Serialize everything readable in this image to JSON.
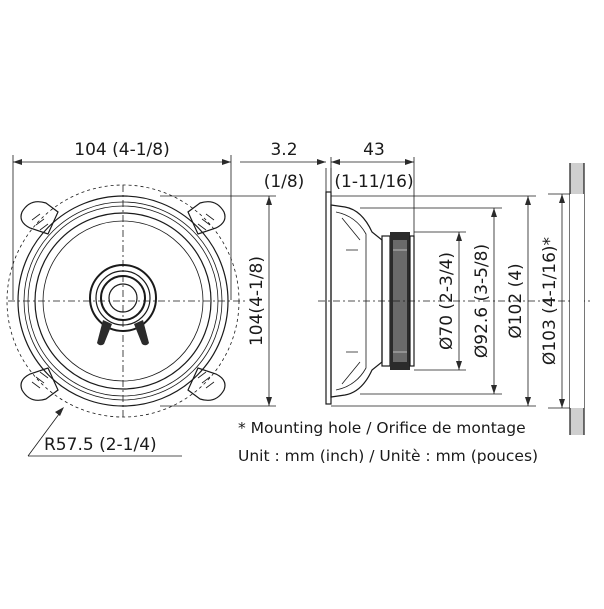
{
  "dimensions": {
    "width": "104 (4-1/8)",
    "height": "104(4-1/8)",
    "flange_top": "3.2",
    "flange_bottom": "(1/8)",
    "depth_top": "43",
    "depth_bottom": "(1-11/16)",
    "radius": "R57.5 (2-1/4)",
    "dia_70": "Ø70 (2-3/4)",
    "dia_92": "Ø92.6 (3-5/8)",
    "dia_102": "Ø102 (4)",
    "dia_103": "Ø103 (4-1/16)*"
  },
  "notes": {
    "mounting_hole": "* Mounting hole / Orifice de montage",
    "units": "Unit : mm (inch) / Unitè : mm (pouces)"
  }
}
